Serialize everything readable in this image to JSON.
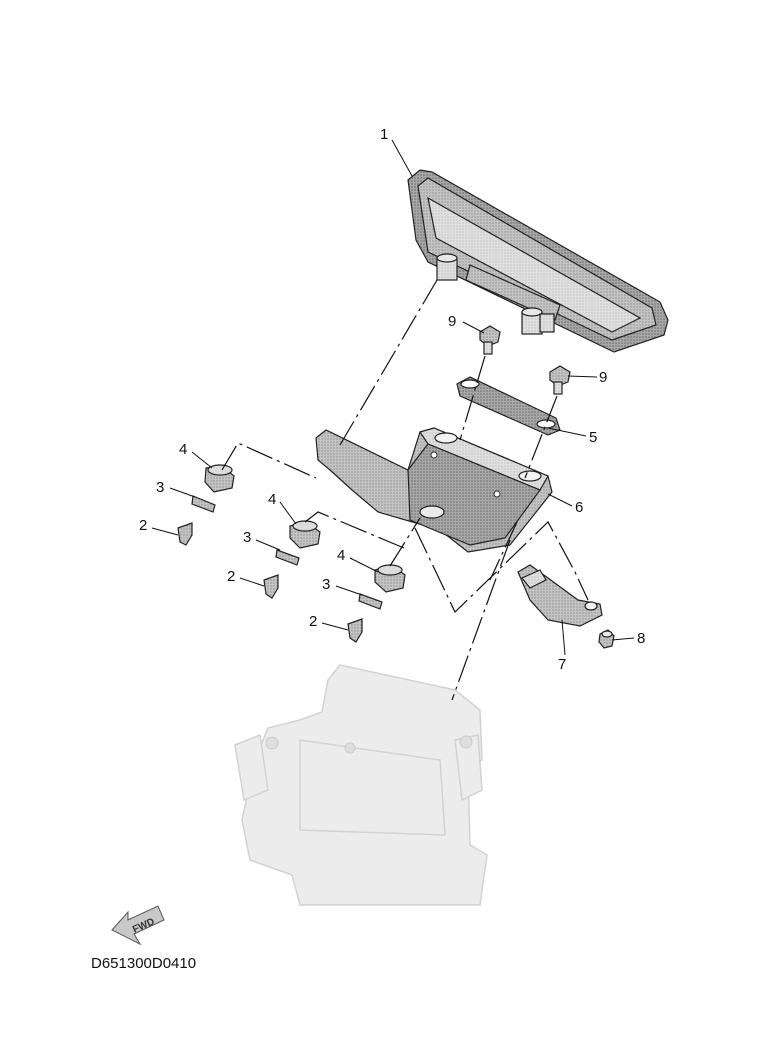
{
  "diagram": {
    "callouts": [
      {
        "id": "c1",
        "label": "1"
      },
      {
        "id": "c9a",
        "label": "9"
      },
      {
        "id": "c9b",
        "label": "9"
      },
      {
        "id": "c5",
        "label": "5"
      },
      {
        "id": "c6",
        "label": "6"
      },
      {
        "id": "c4a",
        "label": "4"
      },
      {
        "id": "c3a",
        "label": "3"
      },
      {
        "id": "c2a",
        "label": "2"
      },
      {
        "id": "c4b",
        "label": "4"
      },
      {
        "id": "c3b",
        "label": "3"
      },
      {
        "id": "c2b",
        "label": "2"
      },
      {
        "id": "c4c",
        "label": "4"
      },
      {
        "id": "c3c",
        "label": "3"
      },
      {
        "id": "c2c",
        "label": "2"
      },
      {
        "id": "c8",
        "label": "8"
      },
      {
        "id": "c7",
        "label": "7"
      }
    ],
    "fwd_label": "FWD",
    "diagram_code": "D651300D0410"
  },
  "colors": {
    "line": "#111111",
    "part_dark": "#8a8a8a",
    "part_mid": "#b5b5b5",
    "part_light": "#d6d6d6",
    "ghost": "#ececec"
  }
}
